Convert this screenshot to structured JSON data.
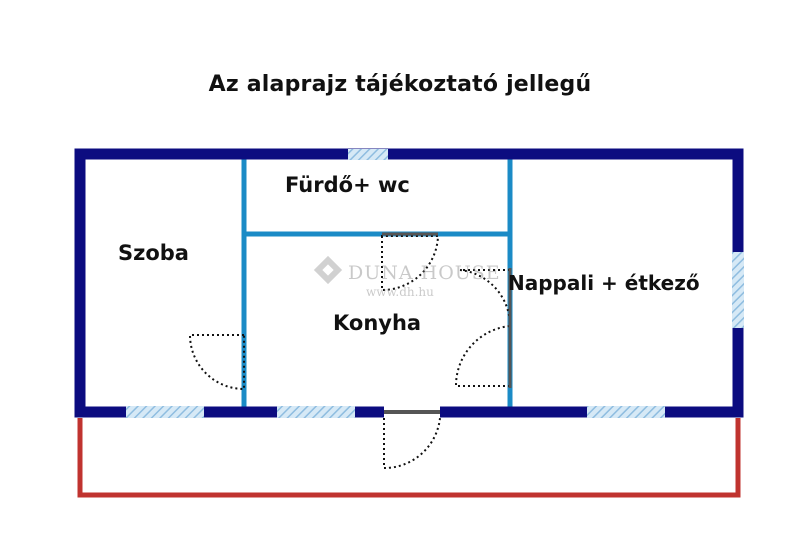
{
  "caption": "Az alaprajz tájékoztató jellegű",
  "rooms": {
    "bath": "Fürdő+ wc",
    "bedroom": "Szoba",
    "kitchen": "Konyha",
    "living": "Nappali + étkező"
  },
  "watermark": {
    "brand": "DUNA HOUSE",
    "url": "www.dh.hu"
  },
  "colors": {
    "outer_wall": "#0c0c80",
    "inner_wall": "#1b8bc6",
    "window": "#a9cde8",
    "terrace": "#c0332f",
    "door_swing": "#111111"
  }
}
